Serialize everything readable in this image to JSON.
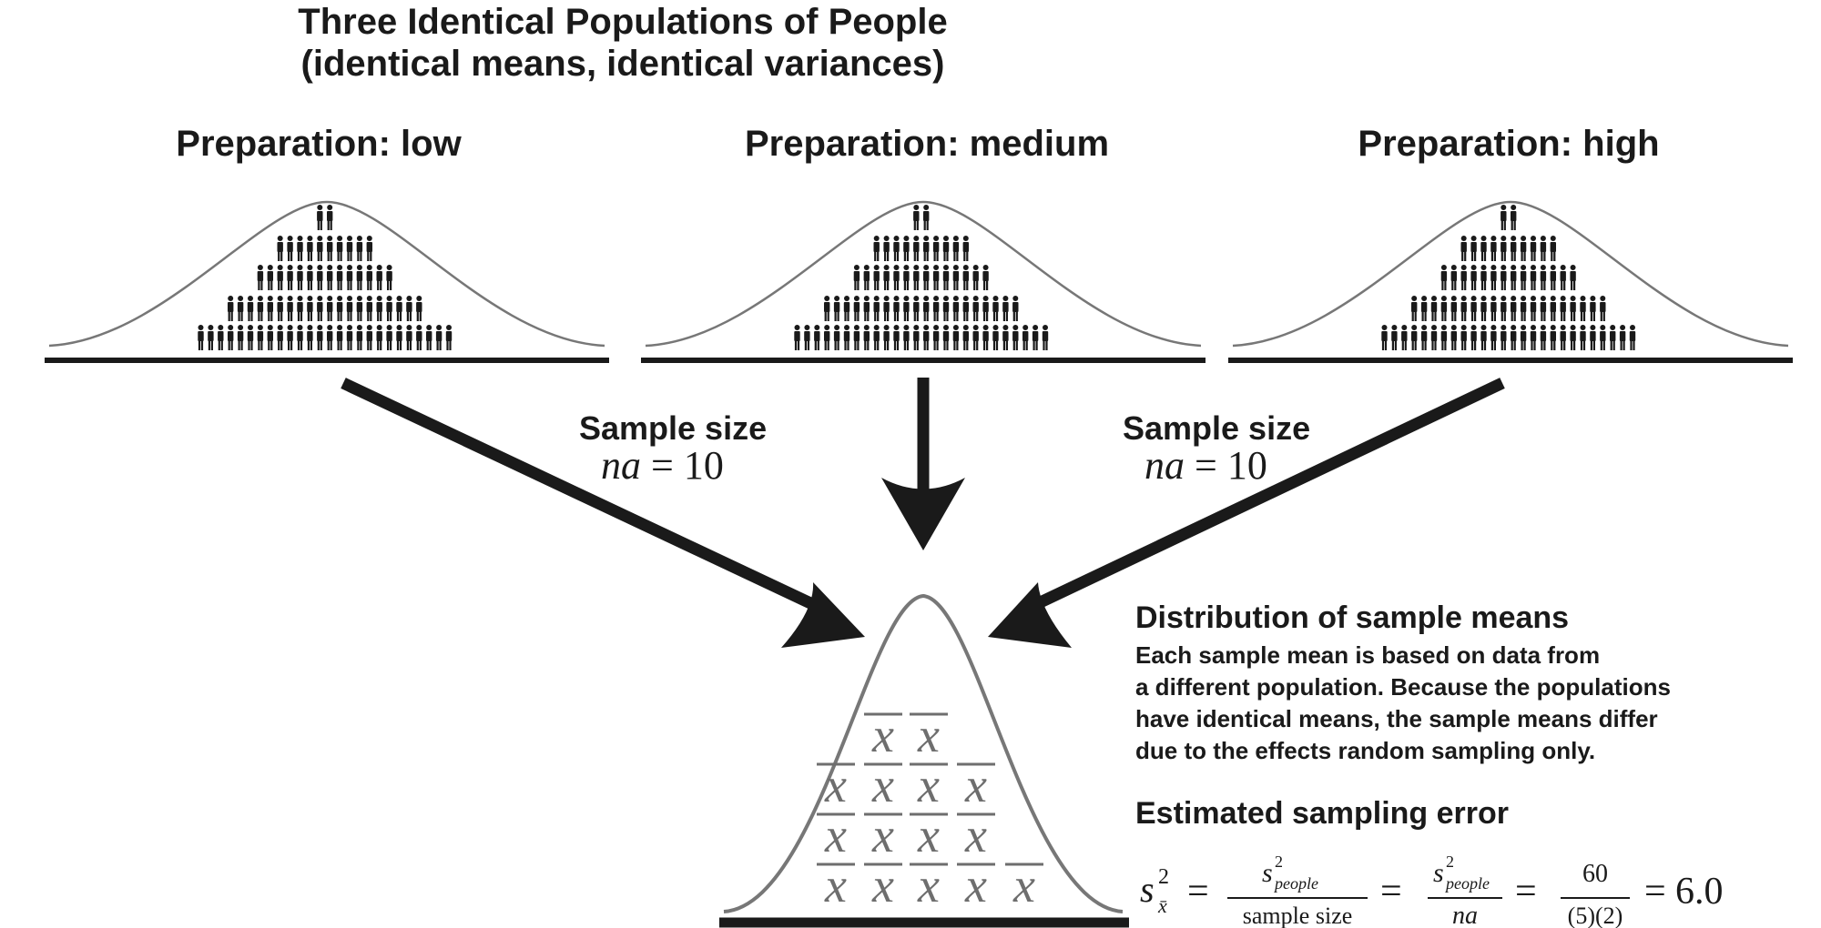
{
  "title": {
    "line1": "Three Identical Populations of People",
    "line2": "(identical means, identical variances)"
  },
  "populations": [
    {
      "label": "Preparation: low",
      "rows": [
        2,
        10,
        14,
        20,
        26
      ]
    },
    {
      "label": "Preparation: medium",
      "rows": [
        2,
        10,
        14,
        20,
        26
      ]
    },
    {
      "label": "Preparation: high",
      "rows": [
        2,
        10,
        14,
        20,
        26
      ]
    }
  ],
  "sample_labels": [
    {
      "title": "Sample size",
      "var": "na",
      "op": "=",
      "value": "10"
    },
    {
      "title": "Sample size",
      "var": "na",
      "op": "=",
      "value": "10"
    }
  ],
  "sample_means": {
    "symbol": "x",
    "columns": [
      3,
      4,
      4,
      3,
      1
    ]
  },
  "panel": {
    "heading": "Distribution of sample means",
    "lines": [
      "Each sample mean is based on data from",
      "a different population. Because the populations",
      "have identical means, the sample means differ",
      "due to the effects random sampling only."
    ],
    "error_heading": "Estimated sampling error"
  },
  "formula": {
    "lhs_base": "s",
    "lhs_sup": "2",
    "lhs_sub": "x̄",
    "eq": "=",
    "frac1_num_base": "s",
    "frac1_num_sup": "2",
    "frac1_num_sub": "people",
    "frac1_den": "sample size",
    "frac2_num_base": "s",
    "frac2_num_sup": "2",
    "frac2_num_sub": "people",
    "frac2_den": "na",
    "frac3_num": "60",
    "frac3_den": "(5)(2)",
    "result": "6.0"
  },
  "colors": {
    "ink": "#1a1a1a",
    "curve": "#777777",
    "mean_symbol": "#6e6e6e"
  }
}
